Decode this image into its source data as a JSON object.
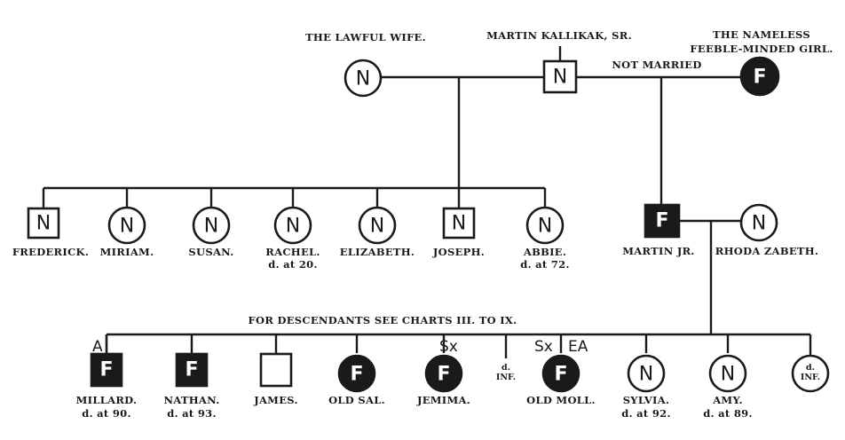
{
  "top": {
    "lawful_wife": "THE LAWFUL WIFE.",
    "martin_sr": "MARTIN KALLIKAK, SR.",
    "nameless_line1": "THE NAMELESS",
    "nameless_line2": "FEEBLE-MINDED GIRL.",
    "not_married": "NOT MARRIED"
  },
  "symbols": {
    "lawful_wife": "N",
    "martin_sr": "N",
    "nameless": "F",
    "martin_jr": "F",
    "rhoda": "N"
  },
  "legitimate_children": [
    {
      "name": "FREDERICK.",
      "note": "",
      "symbol": "N",
      "shape": "square"
    },
    {
      "name": "MIRIAM.",
      "note": "",
      "symbol": "N",
      "shape": "circle"
    },
    {
      "name": "SUSAN.",
      "note": "",
      "symbol": "N",
      "shape": "circle"
    },
    {
      "name": "RACHEL.",
      "note": "d. at 20.",
      "symbol": "N",
      "shape": "circle"
    },
    {
      "name": "ELIZABETH.",
      "note": "",
      "symbol": "N",
      "shape": "circle"
    },
    {
      "name": "JOSEPH.",
      "note": "",
      "symbol": "N",
      "shape": "square"
    },
    {
      "name": "ABBIE.",
      "note": "d. at 72.",
      "symbol": "N",
      "shape": "circle"
    }
  ],
  "martin_jr": {
    "name": "MARTIN JR."
  },
  "rhoda": {
    "name": "RHODA ZABETH."
  },
  "descendants_note": "FOR DESCENDANTS SEE  CHARTS  III. TO IX.",
  "illegitimate_line_children": [
    {
      "name": "MILLARD.",
      "note": "d. at 90.",
      "symbol": "F",
      "shape": "square",
      "filled": true,
      "tag": "A"
    },
    {
      "name": "NATHAN.",
      "note": "d. at 93.",
      "symbol": "F",
      "shape": "square",
      "filled": true,
      "tag": ""
    },
    {
      "name": "JAMES.",
      "note": "",
      "symbol": "",
      "shape": "square",
      "filled": false,
      "tag": ""
    },
    {
      "name": "OLD SAL.",
      "note": "",
      "symbol": "F",
      "shape": "circle",
      "filled": true,
      "tag": ""
    },
    {
      "name": "JEMIMA.",
      "note": "",
      "symbol": "F",
      "shape": "circle",
      "filled": true,
      "tag": "Sx"
    },
    {
      "name": "",
      "note": "",
      "symbol": "d.|INF.",
      "shape": "text",
      "filled": false,
      "tag": ""
    },
    {
      "name": "OLD MOLL.",
      "note": "",
      "symbol": "F",
      "shape": "circle",
      "filled": true,
      "tag": "Sx EA"
    },
    {
      "name": "SYLVIA.",
      "note": "d. at 92.",
      "symbol": "N",
      "shape": "circle",
      "filled": false,
      "tag": ""
    },
    {
      "name": "AMY.",
      "note": "d. at 89.",
      "symbol": "N",
      "shape": "circle",
      "filled": false,
      "tag": ""
    },
    {
      "name": "",
      "note": "",
      "symbol": "d.|INF.",
      "shape": "small-circle",
      "filled": false,
      "tag": ""
    }
  ]
}
